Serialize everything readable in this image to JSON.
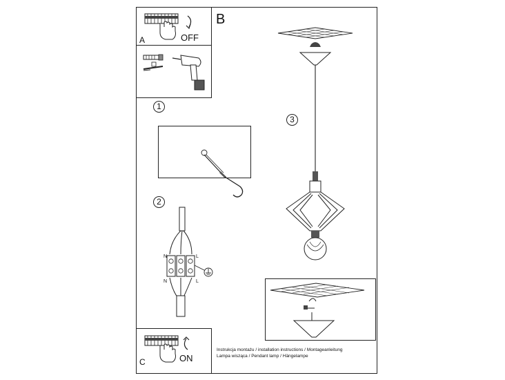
{
  "panels": {
    "a": {
      "letter": "A",
      "switch_state": "OFF"
    },
    "b": {
      "letter": "B"
    },
    "c": {
      "letter": "C",
      "switch_state": "ON"
    }
  },
  "steps": {
    "one": "1",
    "two": "2",
    "three": "3"
  },
  "terminal": {
    "left_top": "N",
    "right_top": "L",
    "left_bottom": "N",
    "right_bottom": "L"
  },
  "caption": {
    "line1": "Instrukcja montażu / installation instructions / Montageanleitung",
    "line2": "Lampa wisząca / Pendant lamp / Hängelampe"
  },
  "icons": [
    "wall-switch-icon",
    "hand-icon",
    "rotate-arrow-icon",
    "drill-icon",
    "dowel-screw-icon",
    "ground-symbol-icon",
    "ceiling-hook-icon"
  ],
  "colors": {
    "line": "#222222",
    "background": "#ffffff"
  }
}
